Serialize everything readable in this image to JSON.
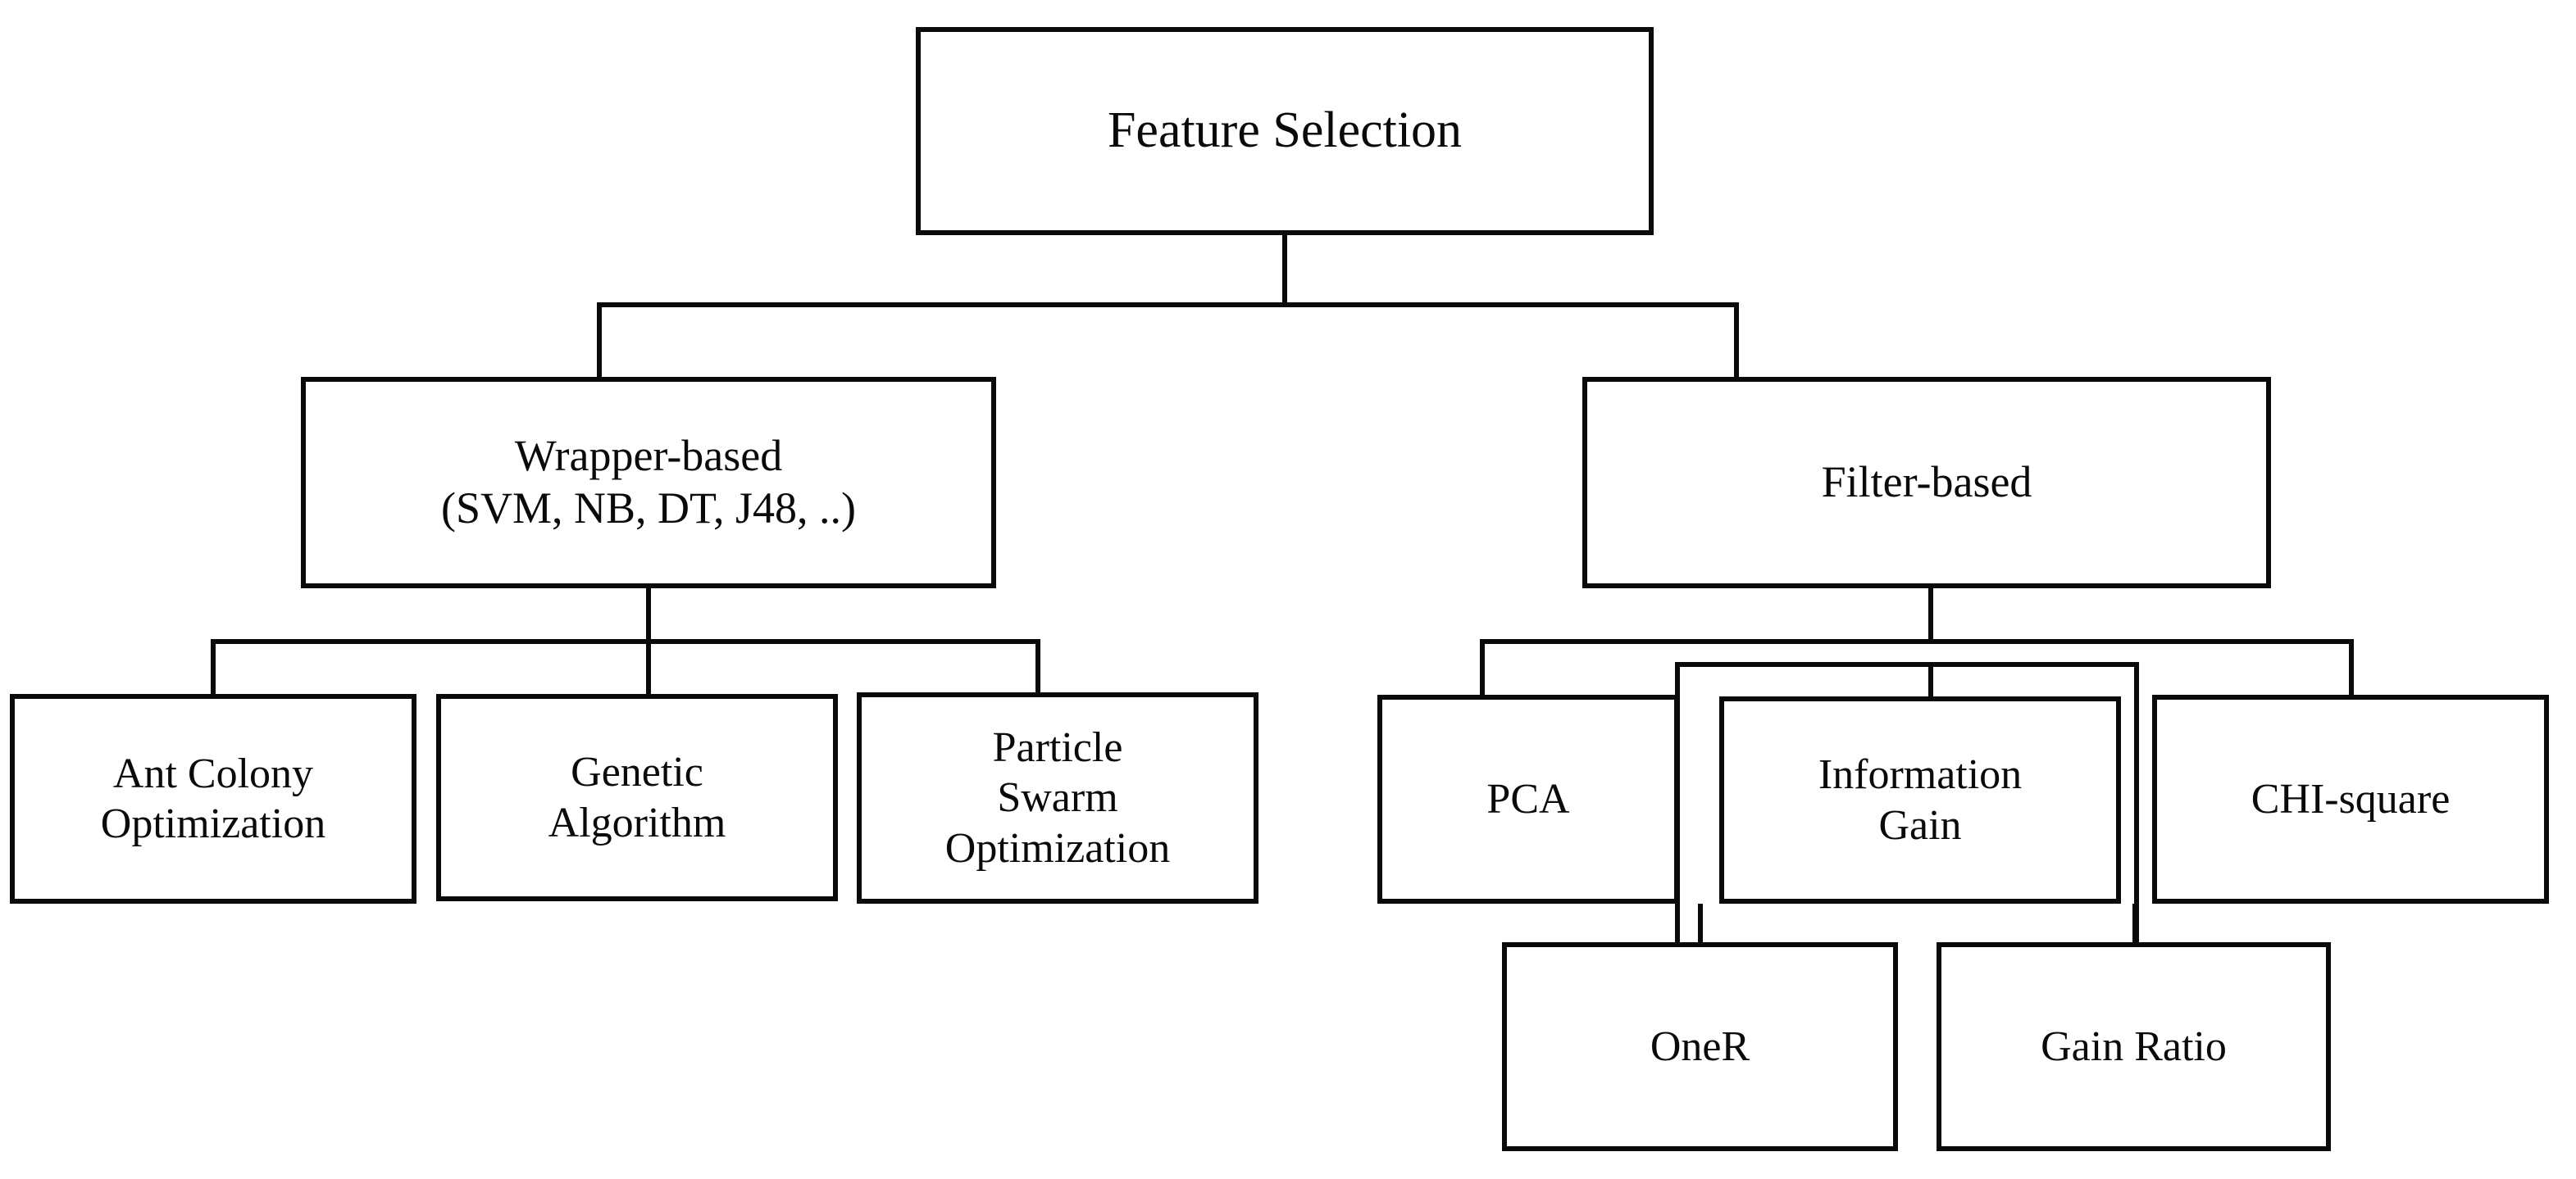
{
  "diagram": {
    "title": "Feature Selection",
    "type": "tree-taxonomy",
    "orientation": "top-down",
    "colors": {
      "background": "#ffffff",
      "stroke": "#0a0a0a",
      "text": "#0a0a0a",
      "box_fill": "#ffffff"
    },
    "nodes": {
      "root": {
        "label": "Feature Selection",
        "level": 0
      },
      "wrapper": {
        "label": "Wrapper-based\n(SVM, NB, DT, J48,  ..)",
        "line1": "Wrapper-based",
        "line2": "(SVM, NB, DT, J48,  ..)",
        "level": 1
      },
      "filter": {
        "label": "Filter-based",
        "level": 1
      },
      "aco": {
        "label": "Ant Colony\nOptimization",
        "level": 2
      },
      "ga": {
        "label": "Genetic\nAlgorithm",
        "level": 2
      },
      "pso": {
        "label": "Particle\nSwarm\nOptimization",
        "level": 2
      },
      "pca": {
        "label": "PCA",
        "level": 2
      },
      "infogain": {
        "label": "Information\nGain",
        "level": 2
      },
      "chisquare": {
        "label": "CHI-square",
        "level": 2
      },
      "oner": {
        "label": "OneR",
        "level": 3
      },
      "gainratio": {
        "label": "Gain Ratio",
        "level": 3
      }
    },
    "edges": [
      {
        "from": "root",
        "to": "wrapper"
      },
      {
        "from": "root",
        "to": "filter"
      },
      {
        "from": "wrapper",
        "to": "aco"
      },
      {
        "from": "wrapper",
        "to": "ga"
      },
      {
        "from": "wrapper",
        "to": "pso"
      },
      {
        "from": "filter",
        "to": "pca"
      },
      {
        "from": "filter",
        "to": "infogain"
      },
      {
        "from": "filter",
        "to": "chisquare"
      },
      {
        "from": "infogain",
        "to": "oner"
      },
      {
        "from": "infogain",
        "to": "gainratio"
      }
    ]
  }
}
